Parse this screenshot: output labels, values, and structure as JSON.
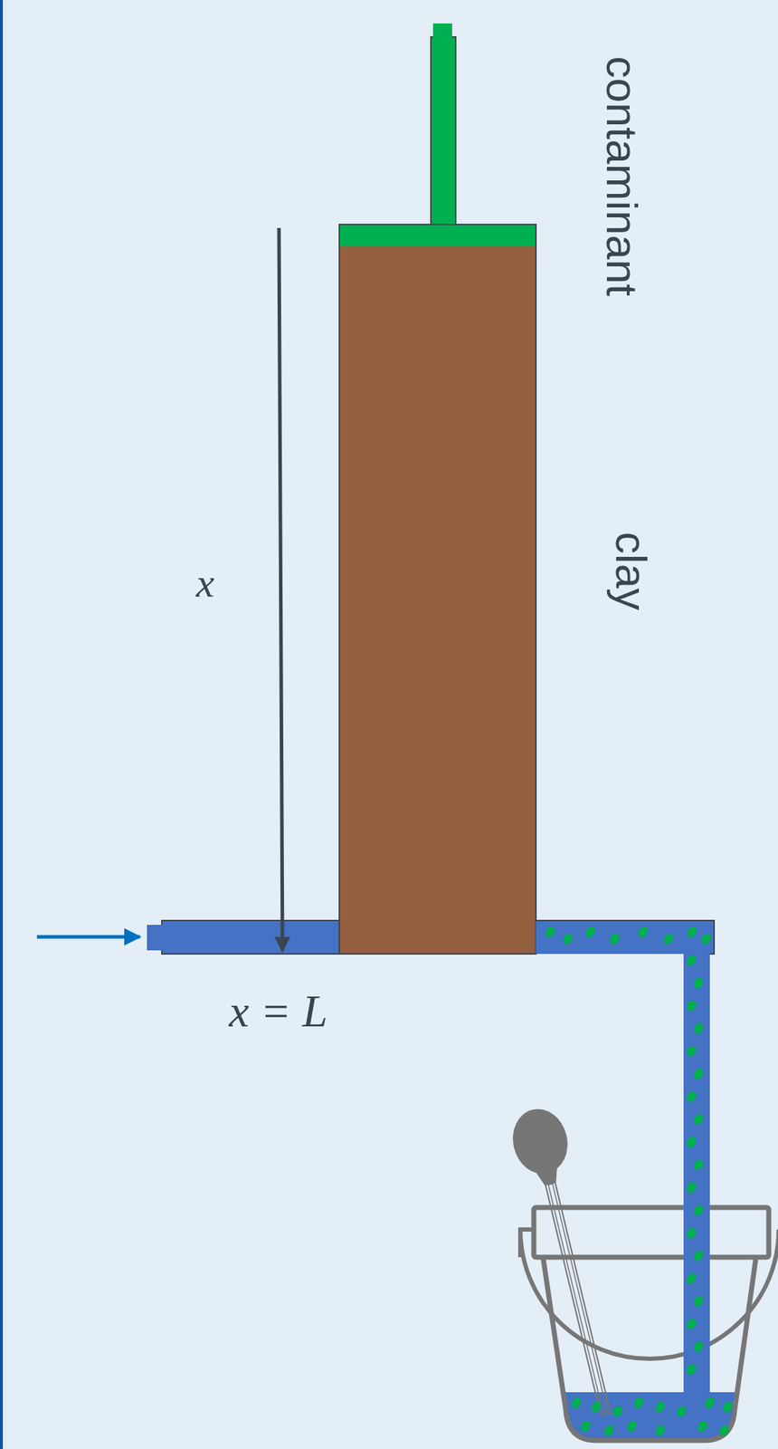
{
  "diagram": {
    "labels": [
      "contaminant",
      "clay",
      "x",
      "x = L"
    ]
  }
}
